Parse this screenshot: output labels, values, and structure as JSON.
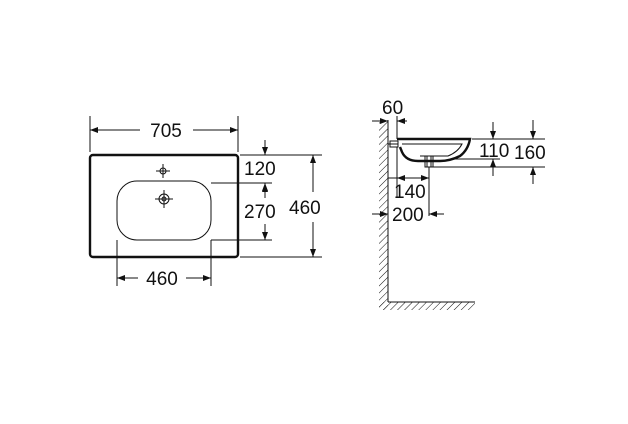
{
  "top_view": {
    "width_label": "705",
    "depth_label": "460",
    "basin_width_label": "460",
    "front_offset_label": "120",
    "basin_depth_label": "270"
  },
  "side_view": {
    "wall_offset_label": "60",
    "rim_to_drain_label": "140",
    "wall_to_drain_label": "200",
    "bowl_depth_label": "110",
    "total_height_label": "160"
  },
  "colors": {
    "line": "#111111",
    "background": "#ffffff"
  }
}
